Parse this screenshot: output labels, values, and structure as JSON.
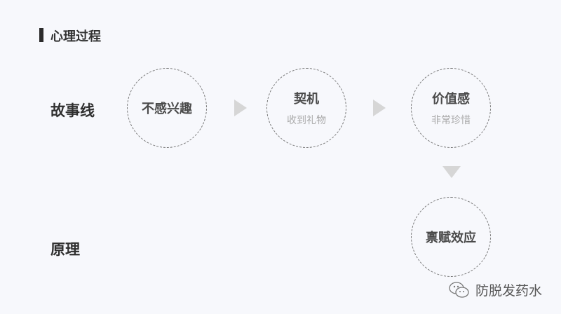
{
  "title": "心理过程",
  "rows": {
    "story": "故事线",
    "principle": "原理"
  },
  "nodes": [
    {
      "main": "不感兴趣",
      "sub": ""
    },
    {
      "main": "契机",
      "sub": "收到礼物"
    },
    {
      "main": "价值感",
      "sub": "非常珍惜"
    },
    {
      "main": "禀赋效应",
      "sub": ""
    }
  ],
  "colors": {
    "background": "#f7f8fc",
    "arrow": "#d6d6d6",
    "text": "#4a4a4a",
    "subtext": "#aaaaaa"
  },
  "watermark": {
    "icon": "wechat-icon",
    "text": "防脱发药水"
  }
}
